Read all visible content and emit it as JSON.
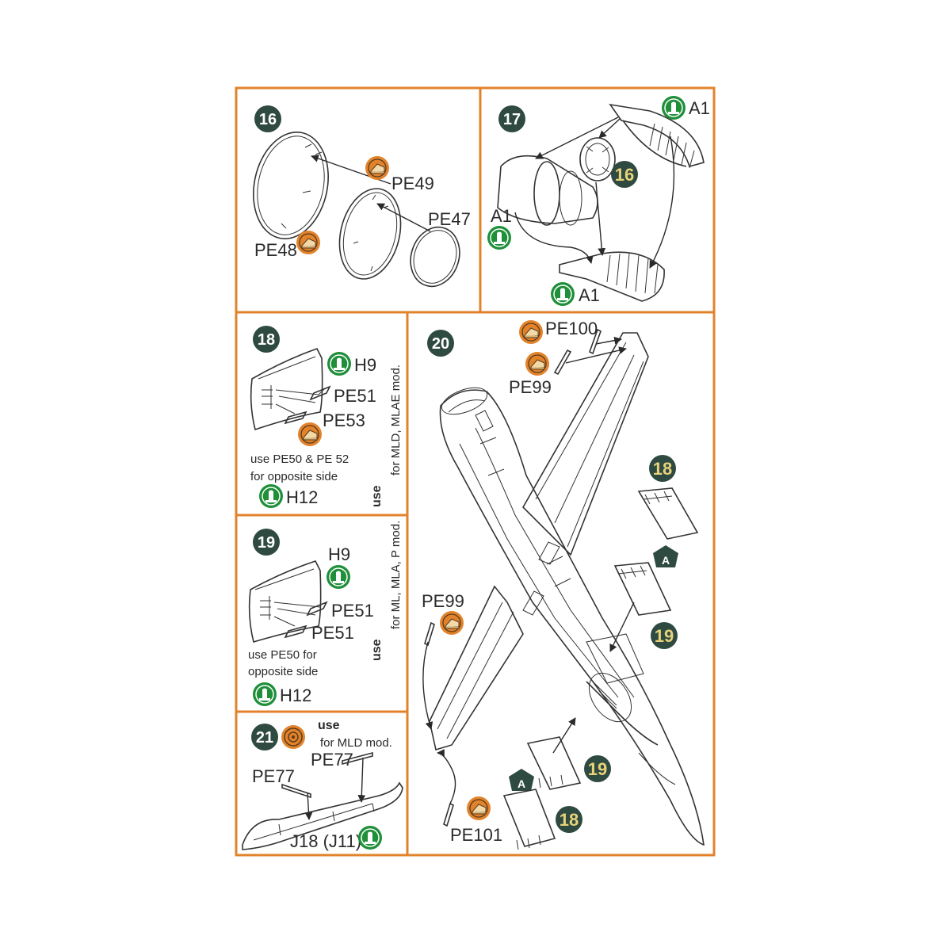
{
  "colors": {
    "frame": "#e2832c",
    "step_badge": "#2f4a41",
    "plastic_badge": "#1f8f3a",
    "pe_badge": "#e2832c",
    "ink": "#2a2a2a"
  },
  "icons": {
    "plastic": "plastic-sprue-icon",
    "photoetch": "photo-etch-part-icon",
    "optional": "optional-cut-icon"
  },
  "step16": {
    "number": "16",
    "labels": {
      "pe49": "PE49",
      "pe47": "PE47",
      "pe48": "PE48"
    }
  },
  "step17": {
    "number": "17",
    "sub_step": "16",
    "labels": {
      "a1_top": "A1",
      "a1_left": "A1",
      "a1_bottom": "A1"
    }
  },
  "step18": {
    "number": "18",
    "labels": {
      "h9": "H9",
      "pe51": "PE51",
      "pe53": "PE53",
      "h12": "H12"
    },
    "note_line1": "use PE50 & PE 52",
    "note_line2": "for opposite side",
    "use_word": "use",
    "use_text": "for MLD, MLAE mod."
  },
  "step19": {
    "number": "19",
    "labels": {
      "h9": "H9",
      "pe51_a": "PE51",
      "pe51_b": "PE51",
      "h12": "H12"
    },
    "note_line1": "use PE50 for",
    "note_line2": "opposite side",
    "use_word": "use",
    "use_text": "for ML, MLA, P mod."
  },
  "step20": {
    "number": "20",
    "labels": {
      "pe100": "PE100",
      "pe99_top": "PE99",
      "pe99_left": "PE99",
      "pe101": "PE101",
      "callout_18_top": "18",
      "callout_19_mid": "19",
      "callout_19_low": "19",
      "callout_18_low": "18",
      "variant_a_top": "A",
      "variant_a_low": "A"
    }
  },
  "step21": {
    "number": "21",
    "use_word": "use",
    "use_text": "for MLD mod.",
    "labels": {
      "pe77_left": "PE77",
      "pe77_right": "PE77",
      "j18": "J18 (J11)"
    }
  }
}
